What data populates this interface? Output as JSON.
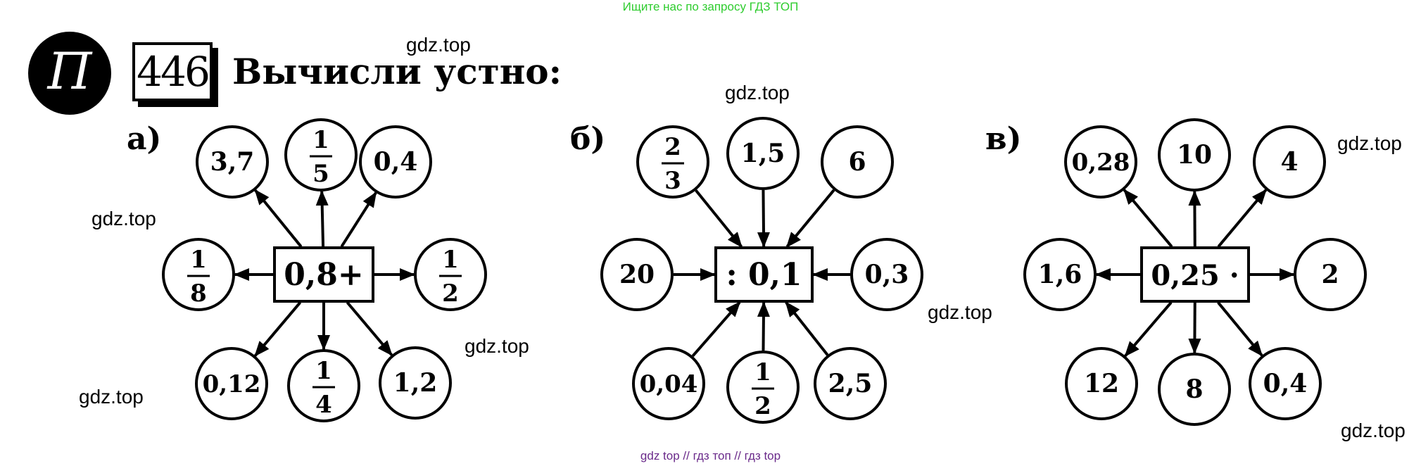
{
  "top_note": "Ищите нас по запросу ГДЗ ТОП",
  "bottom_note": "gdz top  //  гдз топ  //  гдз top",
  "watermark": "gdz.top",
  "logo_letter": "П",
  "exercise_number": "446",
  "title": "Вычисли устно:",
  "parts": [
    {
      "label": "а)",
      "center": "0,8+",
      "direction": "out",
      "items": [
        {
          "text": "3,7"
        },
        {
          "num": "1",
          "den": "5"
        },
        {
          "text": "0,4"
        },
        {
          "num": "1",
          "den": "8"
        },
        {
          "num": "1",
          "den": "2"
        },
        {
          "text": "0,12"
        },
        {
          "num": "1",
          "den": "4"
        },
        {
          "text": "1,2"
        }
      ]
    },
    {
      "label": "б)",
      "center": ": 0,1",
      "direction": "in",
      "items": [
        {
          "num": "2",
          "den": "3"
        },
        {
          "text": "1,5"
        },
        {
          "text": "6"
        },
        {
          "text": "20"
        },
        {
          "text": "0,3"
        },
        {
          "text": "0,04"
        },
        {
          "num": "1",
          "den": "2"
        },
        {
          "text": "2,5"
        }
      ]
    },
    {
      "label": "в)",
      "center": "0,25 ·",
      "direction": "out",
      "items": [
        {
          "text": "0,28"
        },
        {
          "text": "10"
        },
        {
          "text": "4"
        },
        {
          "text": "1,6"
        },
        {
          "text": "2"
        },
        {
          "text": "12"
        },
        {
          "text": "8"
        },
        {
          "text": "0,4"
        }
      ]
    }
  ]
}
